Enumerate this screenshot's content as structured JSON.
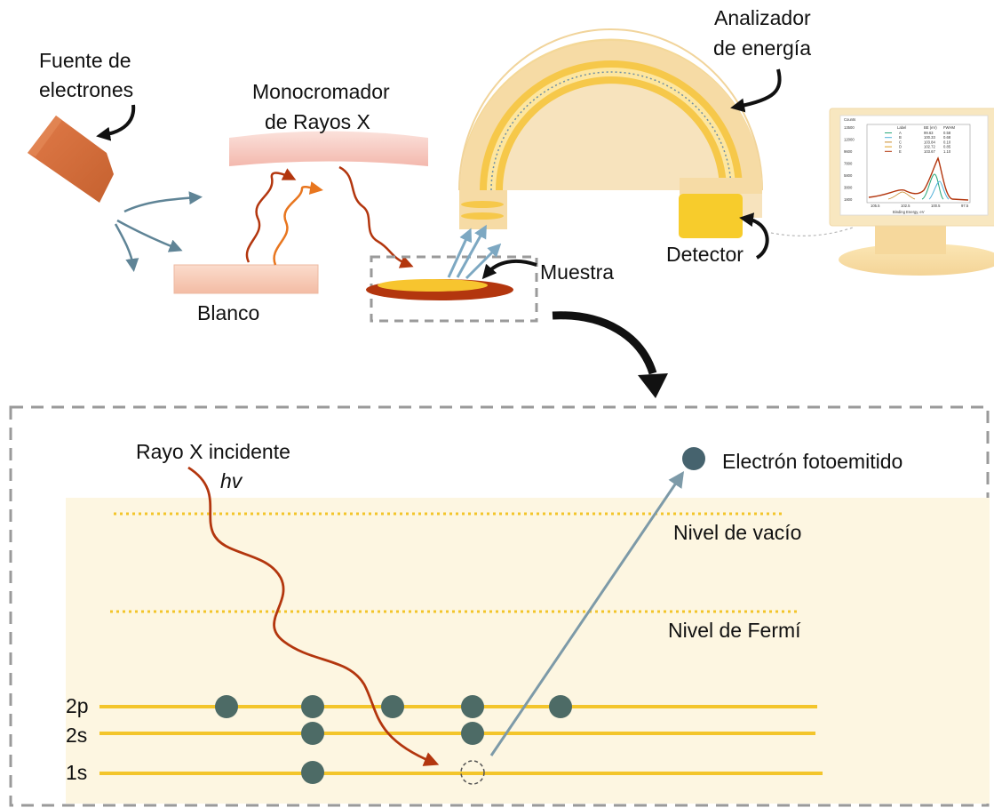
{
  "labels": {
    "electron_source": [
      "Fuente de",
      "electrones"
    ],
    "monochromator": [
      "Monocromador",
      "de Rayos X"
    ],
    "analyzer": [
      "Analizador",
      "de energía"
    ],
    "target": "Blanco",
    "sample": "Muestra",
    "detector": "Detector",
    "incident_xray": "Rayo X incidente",
    "photon_energy": "hv",
    "photoemitted_electron": "Electrón fotoemitido",
    "vacuum_level": "Nivel de vacío",
    "fermi_level": "Nivel de Fermí",
    "orbital_2p": "2p",
    "orbital_2s": "2s",
    "orbital_1s": "1s"
  },
  "monitor": {
    "y_title": "Counts",
    "legend_headers": [
      "Label",
      "BE (eV)",
      "FWHM"
    ],
    "legend_rows": [
      [
        "A",
        "99.63",
        "0.58"
      ],
      [
        "B",
        "100.33",
        "0.68"
      ],
      [
        "C",
        "103.84",
        "0.10"
      ],
      [
        "D",
        "102.72",
        "0.85"
      ],
      [
        "E",
        "103.67",
        "1.10"
      ]
    ],
    "y_ticks": [
      "13500",
      "12000",
      "9600",
      "7800",
      "5800",
      "3800",
      "1800"
    ],
    "x_ticks": [
      "105.5",
      "102.5",
      "100.5",
      "97.5"
    ],
    "x_title": "Binding Energy, eV"
  },
  "colors": {
    "xray": "#b3360e",
    "xray_light": "#e8761f",
    "electron_arrow": "#5f8496",
    "orbital_line": "#f3c52b",
    "electron_dot": "#4d6b66",
    "analyzer_outer": "#f6dba5",
    "analyzer_inner": "#f6c84a",
    "detector": "#f7cc2c",
    "source": "#d5703f",
    "target": "#f8cdb9",
    "monochromator": "#f6c9bf",
    "sample_top": "#f7c52f",
    "sample_base": "#b3360e",
    "panel_bg": "#fdf6e1",
    "dashed": "#9a9a9a"
  }
}
